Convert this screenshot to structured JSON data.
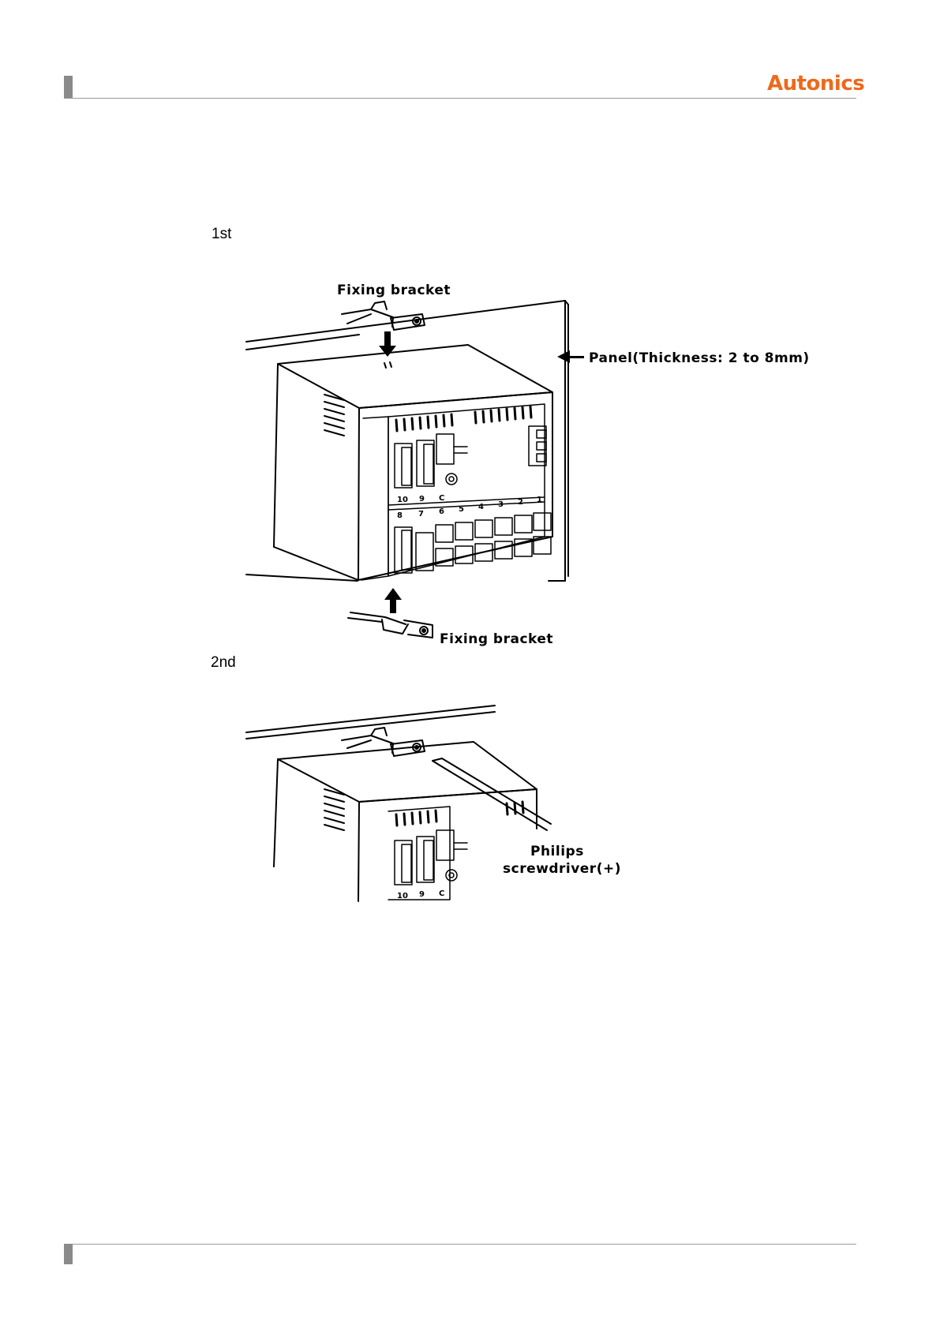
{
  "header": {
    "brand": "Autonics",
    "brand_color": "#ec6a1c"
  },
  "steps": [
    {
      "label": "1st"
    },
    {
      "label": "2nd"
    }
  ],
  "figure1": {
    "top_bracket_label": "Fixing bracket",
    "panel_label": "Panel(Thickness: 2 to 8mm)",
    "bottom_bracket_label": "Fixing bracket",
    "upper_terminal_numbers": [
      "10",
      "9",
      "C"
    ],
    "lower_terminal_numbers": [
      "8",
      "7",
      "6",
      "5",
      "4",
      "3",
      "2",
      "1"
    ]
  },
  "figure2": {
    "screwdriver_label_line1": "Philips",
    "screwdriver_label_line2": "screwdriver(+)",
    "terminal_numbers": [
      "10",
      "9",
      "C"
    ]
  }
}
